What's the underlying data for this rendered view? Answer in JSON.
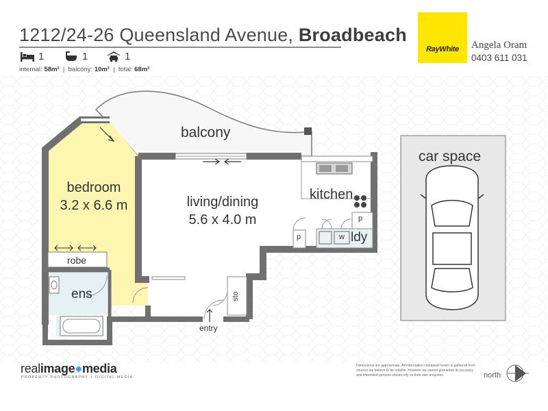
{
  "header": {
    "address_main": "1212/24-26 Queensland Avenue, ",
    "address_suburb": "Broadbeach"
  },
  "features": {
    "bed_count": "1",
    "bath_count": "1",
    "car_count": "1",
    "bed_icon": "bed-icon",
    "bath_icon": "bath-icon",
    "car_icon": "garage-car-icon"
  },
  "areas": {
    "internal_label": "internal: ",
    "internal_value": "58m²",
    "balcony_label": "  |  balcony: ",
    "balcony_value": "10m²",
    "total_label": "  |  total: ",
    "total_value": "68m²"
  },
  "agency": {
    "logo_text": "RayWhite",
    "agent_name": "Angela Oram",
    "agent_phone": "0403 611 031",
    "brand_color": "#ffe600"
  },
  "rooms": {
    "balcony": "balcony",
    "bedroom_name": "bedroom",
    "bedroom_size": "3.2 x 6.6 m",
    "living_name": "living/dining",
    "living_size": "5.6 x 4.0 m",
    "kitchen": "kitchen",
    "robe": "robe",
    "ensuite": "ens",
    "laundry": "ldy",
    "pantry_p": "p",
    "washer_w": "w",
    "store": "sto",
    "entry": "entry",
    "car_space": "car space"
  },
  "colors": {
    "wall": "#707070",
    "bedroom_fill": "#fdf6b0",
    "wet_fill": "#e6f1f6",
    "car_space_fill": "#e8e8e8"
  },
  "footer": {
    "brand_real": "real",
    "brand_image": "image",
    "brand_media": "media",
    "brand_sub": "PROPERTY PHOTOGRAPHY + DIGITAL MEDIA",
    "disclaimer": "Dimensions are approximate. All information contained herein is gathered from sources we believe to be reliable. However we cannot guarantee its accuracy and interested persons should rely on their own enquiries.",
    "north": "north"
  }
}
